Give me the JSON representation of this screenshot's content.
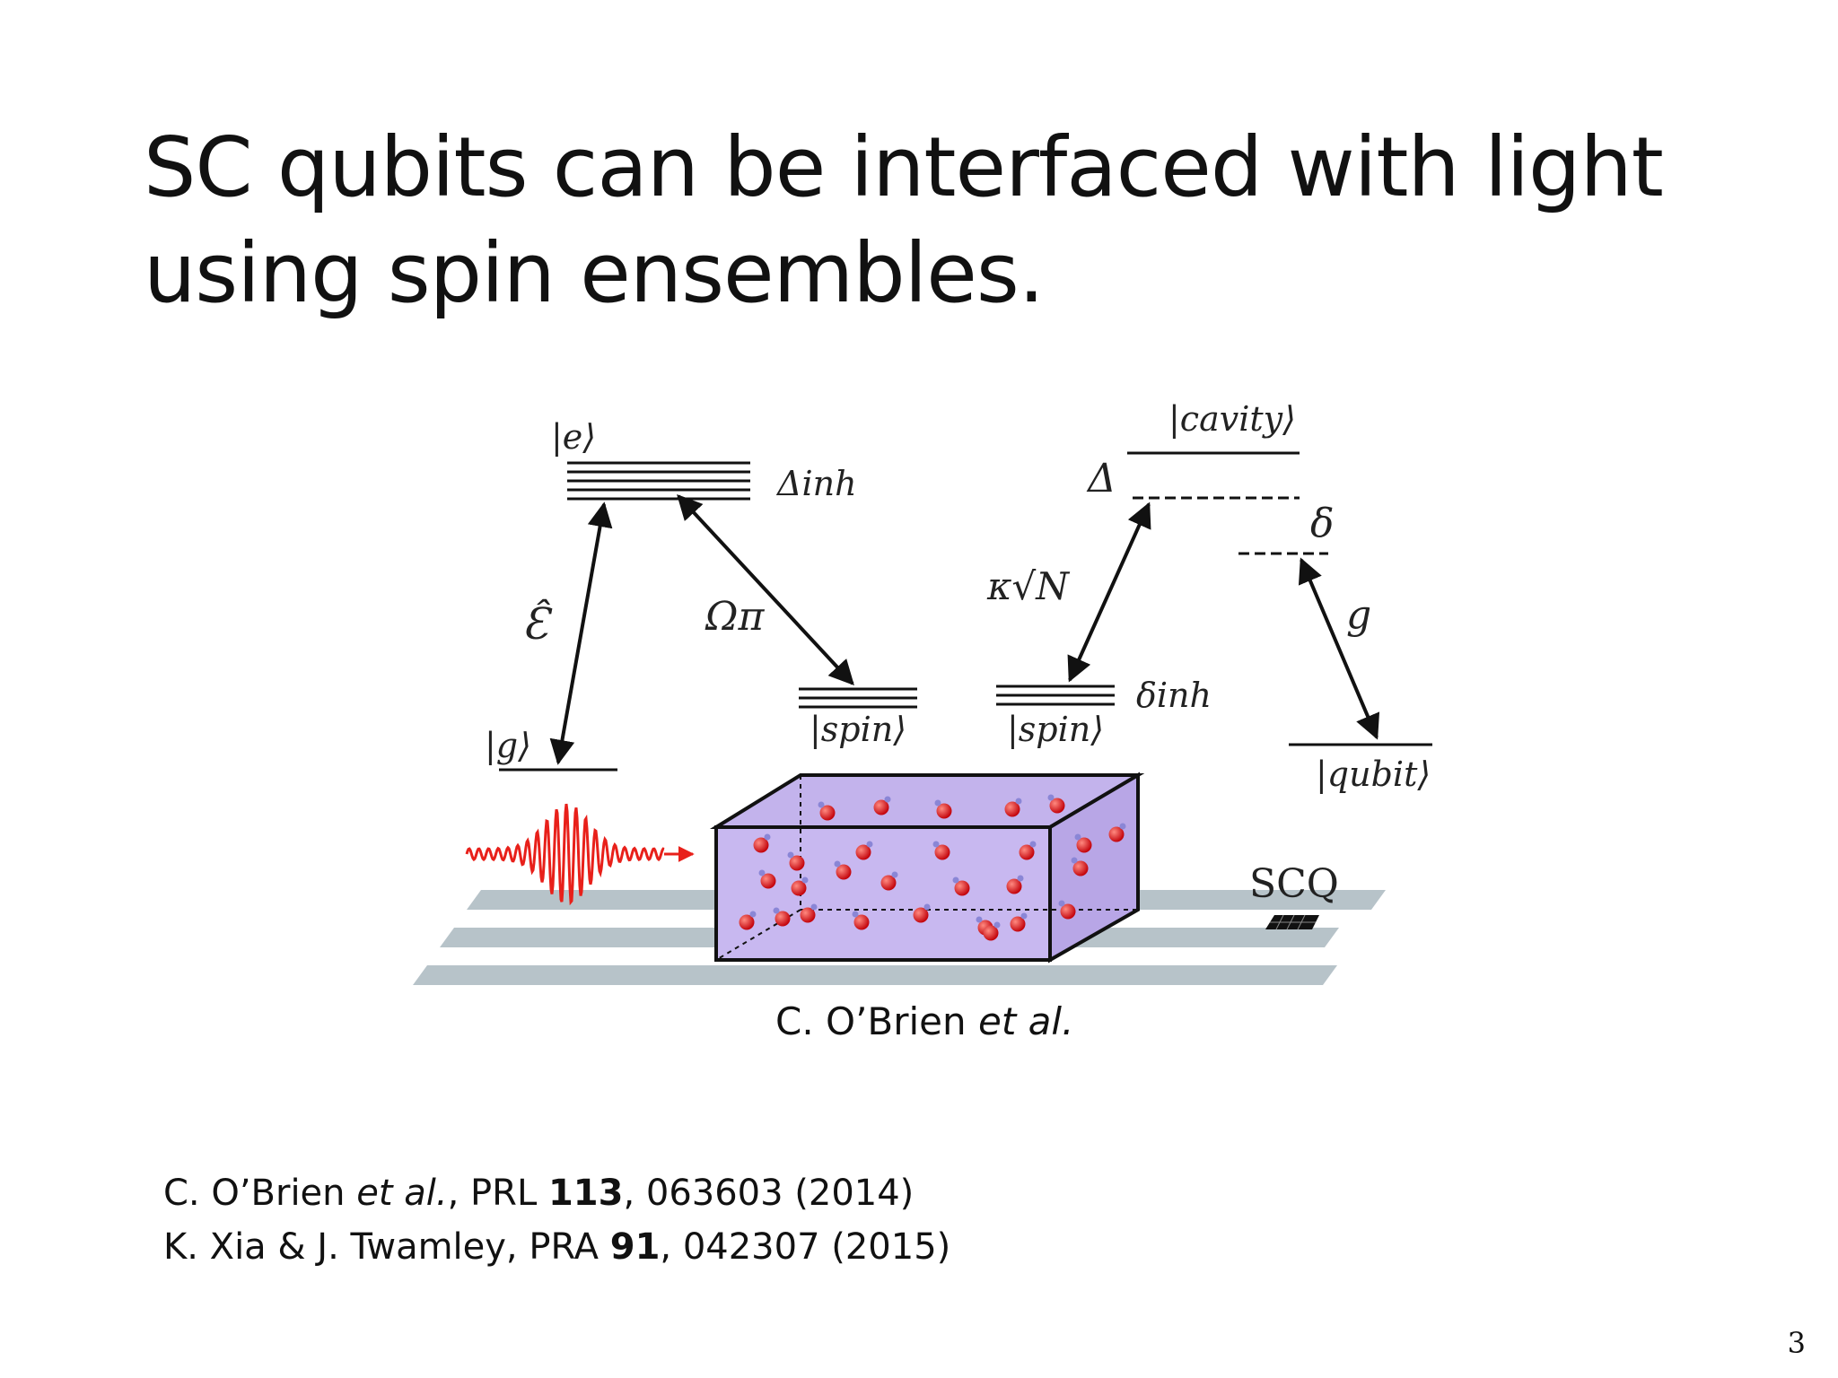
{
  "slide": {
    "title_line1": "SC qubits can be interfaced with light",
    "title_line2": "using spin ensembles.",
    "page_number": "3"
  },
  "diagram": {
    "labels": {
      "e": "|e⟩",
      "delta_inh_cap": "Δinh",
      "g_state": "|g⟩",
      "E_field": "Ɛ̂",
      "omega_pi": "Ωπ",
      "spin_left": "|spin⟩",
      "spin_right": "|spin⟩",
      "delta_inh_small": "δinh",
      "kappa_sqrtN": "κ√N",
      "cavity": "|cavity⟩",
      "Delta": "Δ",
      "delta": "δ",
      "g_coupling": "g",
      "qubit": "|qubit⟩",
      "SCQ": "SCQ"
    },
    "colors": {
      "box_fill": "#c8b8f0",
      "box_stroke": "#111111",
      "pulse": "#e8201a",
      "strip": "#b7c3c9",
      "atom": "#d8141a",
      "atom_spin": "#8a86d6"
    }
  },
  "caption": {
    "author": "C. O’Brien ",
    "etal": "et al."
  },
  "references": [
    {
      "pre": "C. O’Brien ",
      "etal": "et al.",
      "mid": ", PRL ",
      "vol": "113",
      "post": ", 063603 (2014)"
    },
    {
      "pre": "K. Xia & J. Twamley, PRA ",
      "etal": "",
      "mid": "",
      "vol": "91",
      "post": ", 042307 (2015)"
    }
  ]
}
